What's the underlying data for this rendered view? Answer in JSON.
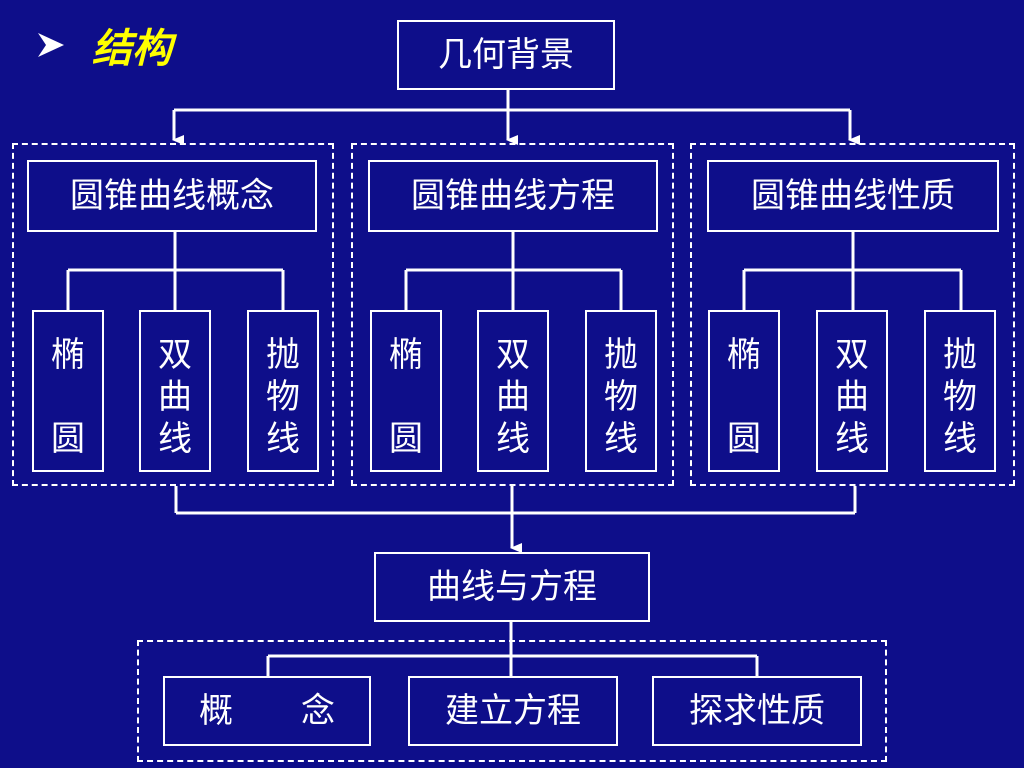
{
  "title": "结构",
  "root": "几何背景",
  "groups": [
    {
      "label": "圆锥曲线概念",
      "items": [
        [
          "椭",
          "",
          "圆"
        ],
        [
          "双",
          "曲",
          "线"
        ],
        [
          "抛",
          "物",
          "线"
        ]
      ]
    },
    {
      "label": "圆锥曲线方程",
      "items": [
        [
          "椭",
          "",
          "圆"
        ],
        [
          "双",
          "曲",
          "线"
        ],
        [
          "抛",
          "物",
          "线"
        ]
      ]
    },
    {
      "label": "圆锥曲线性质",
      "items": [
        [
          "椭",
          "",
          "圆"
        ],
        [
          "双",
          "曲",
          "线"
        ],
        [
          "抛",
          "物",
          "线"
        ]
      ]
    }
  ],
  "center": "曲线与方程",
  "bottom": [
    "概　　念",
    "建立方程",
    "探求性质"
  ],
  "colors": {
    "background": "#0e0e8a",
    "title": "#ffff00",
    "line": "#ffffff"
  }
}
